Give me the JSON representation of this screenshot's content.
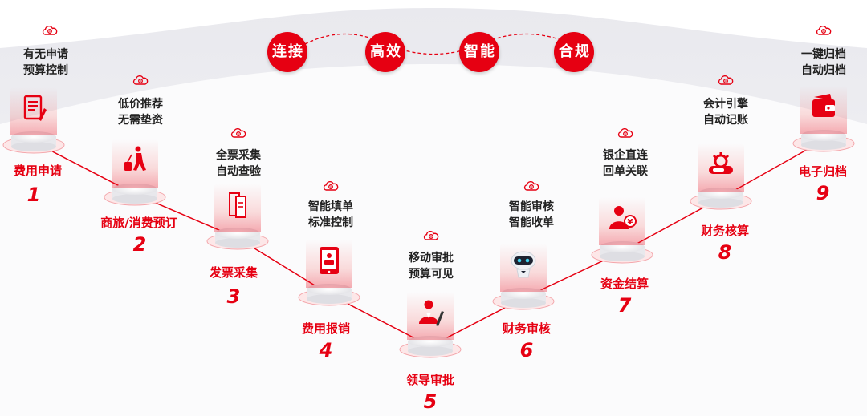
{
  "badges": [
    {
      "chars": [
        "连",
        "接"
      ]
    },
    {
      "chars": [
        "高",
        "效"
      ]
    },
    {
      "chars": [
        "智",
        "能"
      ]
    },
    {
      "chars": [
        "合",
        "规"
      ]
    }
  ],
  "steps": [
    {
      "label": "费用申请",
      "number": "1",
      "desc": [
        "有无申请",
        "预算控制"
      ],
      "icon": "document-pen-icon"
    },
    {
      "label": "商旅/消费预订",
      "number": "2",
      "desc": [
        "低价推荐",
        "无需垫资"
      ],
      "icon": "traveler-luggage-icon"
    },
    {
      "label": "发票采集",
      "number": "3",
      "desc": [
        "全票采集",
        "自动查验"
      ],
      "icon": "invoice-ticket-icon"
    },
    {
      "label": "费用报销",
      "number": "4",
      "desc": [
        "智能填单",
        "标准控制"
      ],
      "icon": "tablet-form-icon"
    },
    {
      "label": "领导审批",
      "number": "5",
      "desc": [
        "移动审批",
        "预算可见"
      ],
      "icon": "manager-signing-icon"
    },
    {
      "label": "财务审核",
      "number": "6",
      "desc": [
        "智能审核",
        "智能收单"
      ],
      "icon": "robot-icon"
    },
    {
      "label": "资金结算",
      "number": "7",
      "desc": [
        "银企直连",
        "回单关联"
      ],
      "icon": "user-yuan-icon"
    },
    {
      "label": "财务核算",
      "number": "8",
      "desc": [
        "会计引擎",
        "自动记账"
      ],
      "icon": "engine-gear-icon"
    },
    {
      "label": "电子归档",
      "number": "9",
      "desc": [
        "一键归档",
        "自动归档"
      ],
      "icon": "archive-wallet-icon"
    }
  ],
  "colors": {
    "accent": "#e60012",
    "text": "#222222",
    "platform": "#f4f4f6"
  }
}
